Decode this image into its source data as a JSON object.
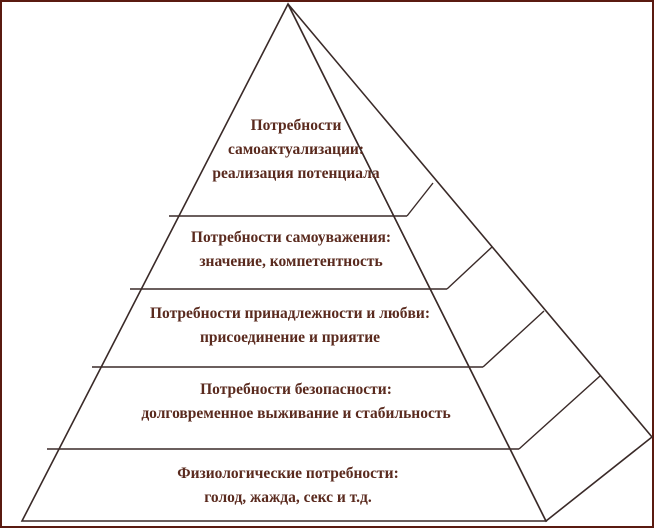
{
  "colors": {
    "frame": "#5a1a10",
    "line": "#3a2a28",
    "text": "#5a2a1e",
    "background": "#ffffff"
  },
  "levels": [
    {
      "id": "self-actualization",
      "lines": [
        "Потребности",
        "самоактуализации:",
        "реализация потенциала"
      ]
    },
    {
      "id": "esteem",
      "lines": [
        "Потребности самоуважения:",
        "значение, компетентность"
      ]
    },
    {
      "id": "belonging",
      "lines": [
        "Потребности принадлежности и любви:",
        "присоединение и приятие"
      ]
    },
    {
      "id": "safety",
      "lines": [
        "Потребности безопасности:",
        "долговременное выживание и стабильность"
      ]
    },
    {
      "id": "physiological",
      "lines": [
        "Физиологические потребности:",
        "голод, жажда, секс и т.д."
      ]
    }
  ]
}
